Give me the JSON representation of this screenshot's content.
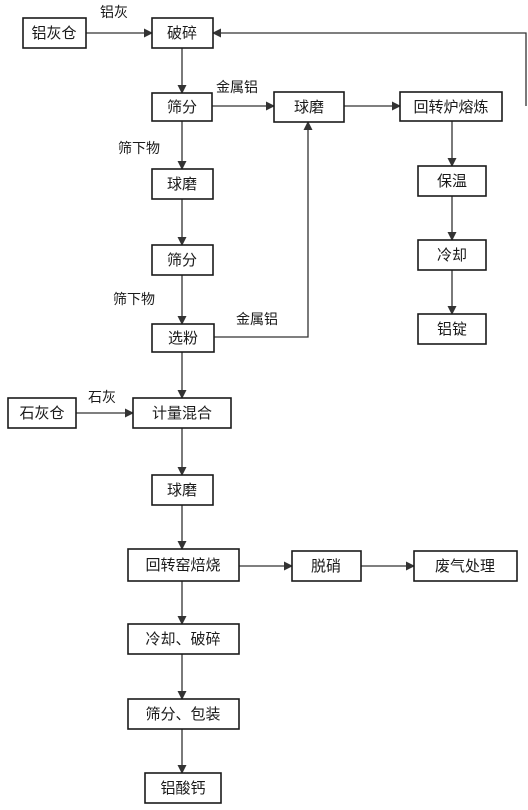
{
  "nodes": {
    "lhc": "铝灰仓",
    "posui1": "破碎",
    "shaifen1": "筛分",
    "qiumo1": "球磨",
    "qiumo2": "球磨",
    "shaifen2": "筛分",
    "xuanfen": "选粉",
    "huizhuanlu": "回转炉熔炼",
    "baowen": "保温",
    "lengque1": "冷却",
    "lvding": "铝锭",
    "shihuicang": "石灰仓",
    "jiliang": "计量混合",
    "qiumo3": "球磨",
    "huizhuanyao": "回转窑焙烧",
    "tuoxiao": "脱硝",
    "feiqi": "废气处理",
    "lengque2": "冷却、破碎",
    "shaifen3": "筛分、包装",
    "lvsuangai": "铝酸钙"
  },
  "edge_labels": {
    "lvhui": "铝灰",
    "jinshulv1": "金属铝",
    "shaixiawu1": "筛下物",
    "shaixiawu2": "筛下物",
    "jinshulv2": "金属铝",
    "shihui": "石灰"
  }
}
